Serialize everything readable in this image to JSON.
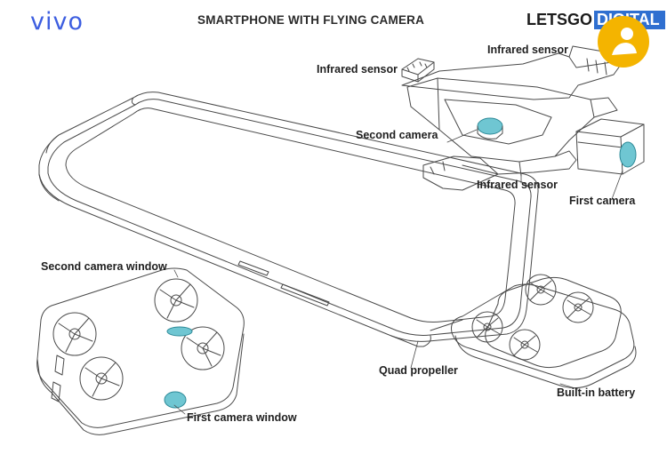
{
  "brand": {
    "logo_text": "vivo",
    "logo_color": "#3d5ee0"
  },
  "title": "SMARTPHONE WITH FLYING CAMERA",
  "watermark": {
    "part1": "LETSGO",
    "part2": "DIGITAL",
    "accent": "#2f6fd0",
    "badge_color": "#f4b400"
  },
  "labels": {
    "infrared_sensor_left": "Infrared sensor",
    "infrared_sensor_top": "Infrared sensor",
    "second_camera": "Second camera",
    "infrared_sensor_bottom": "Infrared sensor",
    "first_camera": "First camera",
    "second_camera_window": "Second camera window",
    "quad_propeller": "Quad propeller",
    "built_in_battery": "Built-in battery",
    "first_camera_window": "First camera window"
  },
  "colors": {
    "line": "#4a4a4a",
    "lens": "#6fc6d2",
    "lens_stroke": "#2e8a98"
  }
}
